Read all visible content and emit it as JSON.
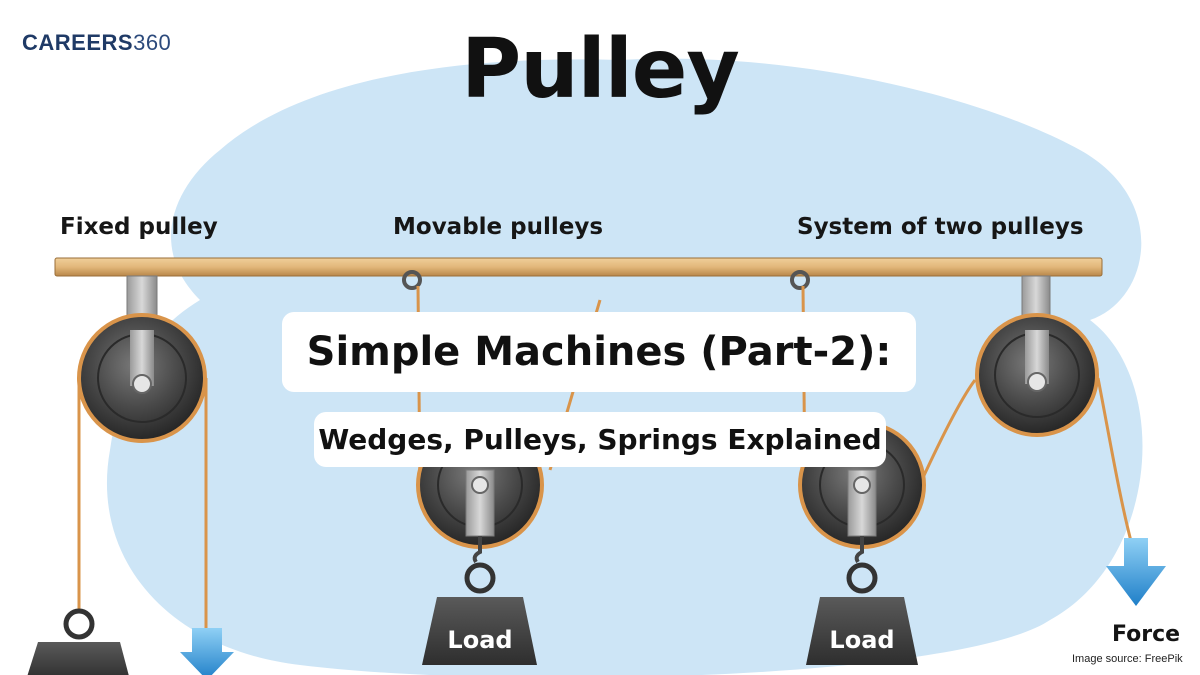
{
  "brand": {
    "part1": "CAREERS",
    "part2": "360"
  },
  "title": "Pulley",
  "labels": {
    "fixed": "Fixed pulley",
    "movable": "Movable pulleys",
    "system": "System of two pulleys"
  },
  "overlay": {
    "heading": "Simple Machines (Part-2):",
    "subheading": "Wedges, Pulleys, Springs Explained"
  },
  "weights": {
    "load_label": "Load"
  },
  "force_label": "Force",
  "image_source": "Image source: FreePik",
  "colors": {
    "background_blob": "#cde5f6",
    "beam": "#e2b77a",
    "rope": "#d9944a",
    "pulley_dark": "#3a3a3a",
    "weight": "#3c3c3c",
    "arrow": "#2a8fd6",
    "brand": "#1f3a66"
  }
}
